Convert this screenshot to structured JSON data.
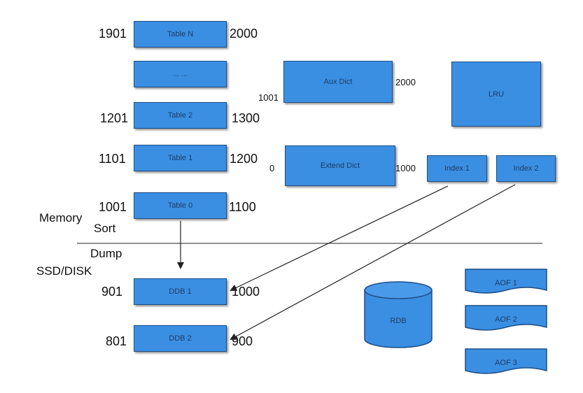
{
  "tables": {
    "table_n": {
      "label": "Table N",
      "start": "1901",
      "end": "2000"
    },
    "ellipsis": {
      "label": "... ..."
    },
    "table_2": {
      "label": "Table 2",
      "start": "1201",
      "end": "1300"
    },
    "table_1": {
      "label": "Table 1",
      "start": "1101",
      "end": "1200"
    },
    "table_0": {
      "label": "Table 0",
      "start": "1001",
      "end": "1100"
    }
  },
  "dicts": {
    "aux": {
      "label": "Aux Dict",
      "start": "1001",
      "end": "2000"
    },
    "extend": {
      "label": "Extend Dict",
      "start": "0",
      "end": "1000"
    }
  },
  "lru": {
    "label": "LRU"
  },
  "indexes": {
    "index_1": "Index 1",
    "index_2": "Index 2"
  },
  "labels": {
    "memory": "Memory",
    "sort": "Sort",
    "dump": "Dump",
    "ssd": "SSD/DISK"
  },
  "disk": {
    "ddb_1": {
      "label": "DDB 1",
      "start": "901",
      "end": "1000"
    },
    "ddb_2": {
      "label": "DDB 2",
      "start": "801",
      "end": "900"
    }
  },
  "rdb": {
    "label": "RDB"
  },
  "aof": [
    "AOF 1",
    "AOF 2",
    "AOF 3"
  ],
  "colors": {
    "box_fill": "#3a8fe3",
    "box_border": "#1f4f86",
    "line": "#222222"
  }
}
